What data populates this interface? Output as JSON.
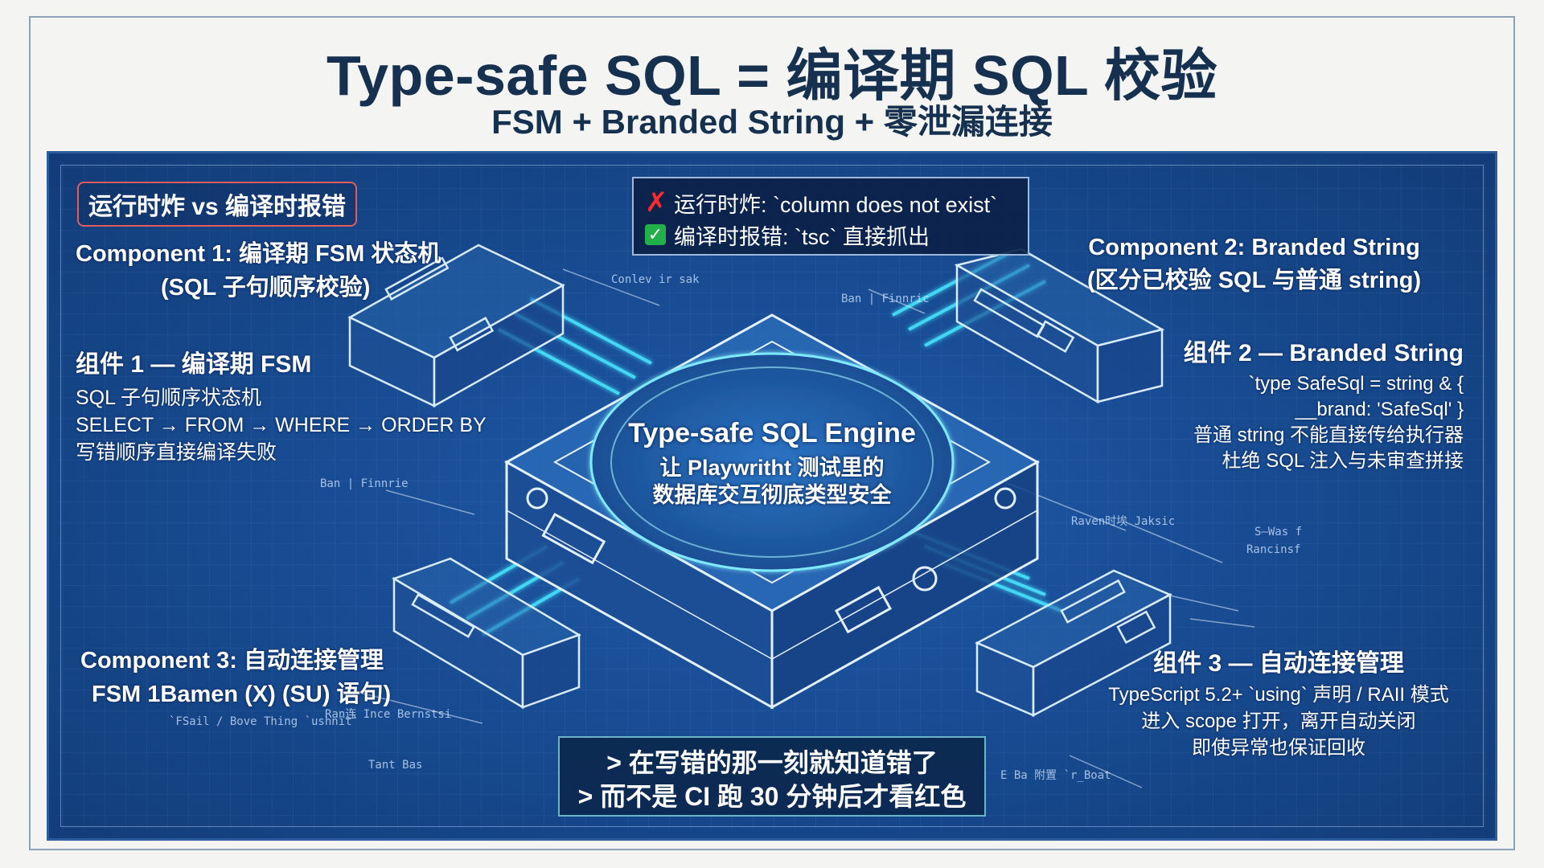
{
  "header": {
    "title": "Type-safe SQL = 编译期 SQL 校验",
    "subtitle": "FSM + Branded String + 零泄漏连接"
  },
  "tag": {
    "label": "运行时炸 vs 编译时报错"
  },
  "error_box": {
    "runtime": "运行时炸: `column does not exist`",
    "compile": "编译时报错: `tsc` 直接抓出"
  },
  "engine": {
    "title": "Type-safe SQL Engine",
    "lines": [
      "让 Playwritht 测试里的",
      "数据库交互彻底类型安全"
    ]
  },
  "component1": {
    "heading": "Component 1:  编译期 FSM 状态机",
    "sub": "(SQL 子句顺序校验)"
  },
  "group1": {
    "heading": "组件 1 — 编译期 FSM",
    "lines": [
      "SQL  子句顺序状态机",
      "SELECT → FROM → WHERE → ORDER BY",
      "写错顺序直接编译失败"
    ]
  },
  "component2": {
    "heading": "Component 2: Branded String",
    "sub": "(区分已校验 SQL 与普通 string)"
  },
  "group2": {
    "heading": "组件 2 — Branded String",
    "lines": [
      "`type SafeSql = string & {",
      "__brand: 'SafeSql' }",
      "普通 string 不能直接传给执行器",
      "杜绝 SQL 注入与未审查拼接"
    ]
  },
  "component3": {
    "heading": "Component 3: 自动连接管理",
    "sub": "FSM 1Bamen (X) (SU) 语句)"
  },
  "group3": {
    "heading": "组件 3 — 自动连接管理",
    "lines": [
      "TypeScript 5.2+ `using` 声明 / RAII 模式",
      "进入 scope 打开，离开自动关闭",
      "即使异常也保证回收"
    ]
  },
  "terminal": {
    "lines": [
      "> 在写错的那一刻就知道错了",
      "> 而不是 CI 跑 30 分钟后才看红色"
    ]
  },
  "sketch_labels": {
    "a": "Conlev ir sak",
    "b": "Ban | Finnric",
    "c": "Ban | Finnrie",
    "d": "Raven时埃  Jaksic",
    "e": "S—Was  f",
    "f": "Rancinsf",
    "g": "`FSail / Bove  Thing `ushnit`",
    "h": "Ran连 Ince Bernstsi",
    "i": "Tant  Bas",
    "j": "E Ba  附置  `r_Boat"
  },
  "colors": {
    "title": "#16304f",
    "board": "#184c93",
    "glow": "#46e6ff",
    "error_red": "#ff2a2a",
    "ok_green": "#22b04b",
    "tag_border": "#e25c5c"
  }
}
